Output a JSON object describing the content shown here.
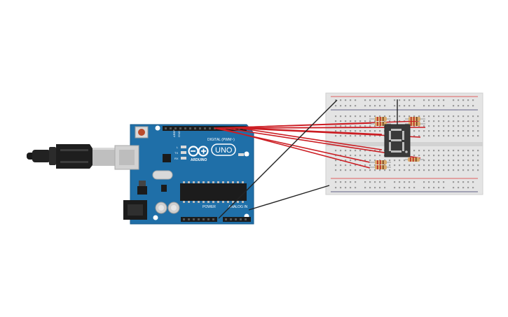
{
  "board": {
    "brand": "ARDUINO",
    "model": "UNO",
    "header_digital": "DIGITAL (PWM~)",
    "header_power": "POWER",
    "header_analog": "ANALOG IN",
    "led_l": "L",
    "led_tx": "TX",
    "led_rx": "RX",
    "led_on": "ON",
    "pin_aref": "AREF",
    "pin_gnd": "GND"
  },
  "display": {
    "digit": "8."
  },
  "colors": {
    "board": "#1f6fa8",
    "breadboard": "#e4e4e4",
    "signal_wire": "#cc1d23",
    "ground_wire": "#222222",
    "display_body": "#3a3a3a",
    "display_segment": "#bdbdbd"
  },
  "icons": {
    "usb_cable": "usb-cable-icon",
    "power_jack": "dc-jack-icon",
    "reset_button": "reset-button-icon",
    "ic_chip": "atmega-chip-icon"
  }
}
